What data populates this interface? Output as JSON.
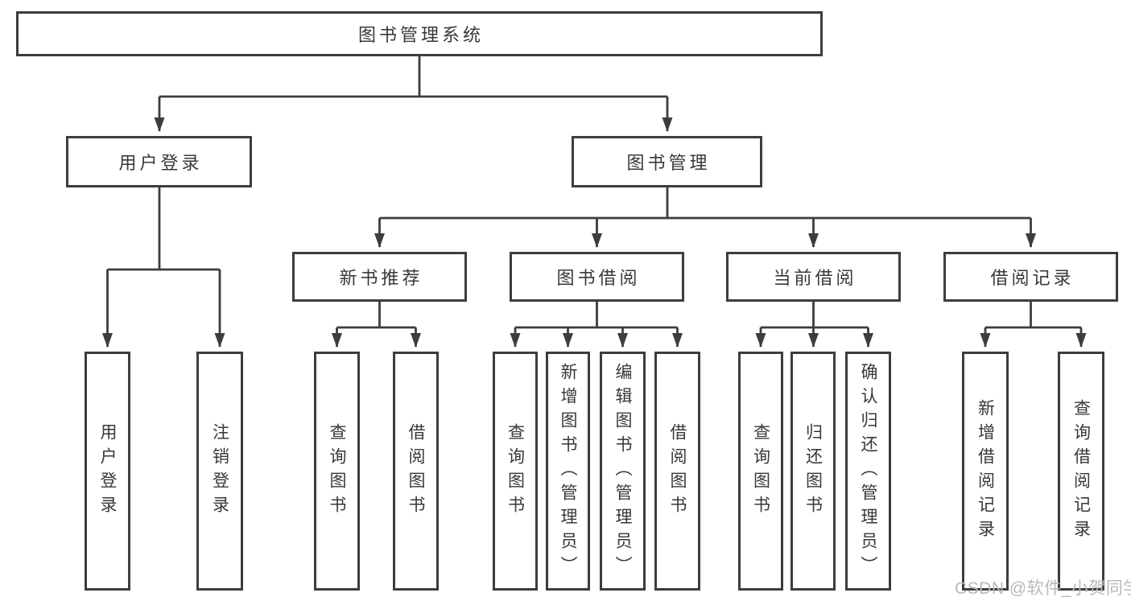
{
  "diagram_title": "图书管理系统",
  "colors": {
    "line": "#3d3d3d",
    "box_border": "#3d3d3d",
    "text": "#383838",
    "background": "#ffffff",
    "watermark": "#b9b9b9"
  },
  "tree": {
    "label": "图书管理系统",
    "children": [
      {
        "label": "用户登录",
        "children": [
          {
            "label": "用户登录"
          },
          {
            "label": "注销登录"
          }
        ]
      },
      {
        "label": "图书管理",
        "children": [
          {
            "label": "新书推荐",
            "children": [
              {
                "label": "查询图书"
              },
              {
                "label": "借阅图书"
              }
            ]
          },
          {
            "label": "图书借阅",
            "children": [
              {
                "label": "查询图书"
              },
              {
                "label": "新增图书（管理员）"
              },
              {
                "label": "编辑图书（管理员）"
              },
              {
                "label": "借阅图书"
              }
            ]
          },
          {
            "label": "当前借阅",
            "children": [
              {
                "label": "查询图书"
              },
              {
                "label": "归还图书"
              },
              {
                "label": "确认归还（管理员）"
              }
            ]
          },
          {
            "label": "借阅记录",
            "children": [
              {
                "label": "新增借阅记录"
              },
              {
                "label": "查询借阅记录"
              }
            ]
          }
        ]
      }
    ]
  },
  "watermark": {
    "text": "CSDN @软件_小贺同学"
  }
}
